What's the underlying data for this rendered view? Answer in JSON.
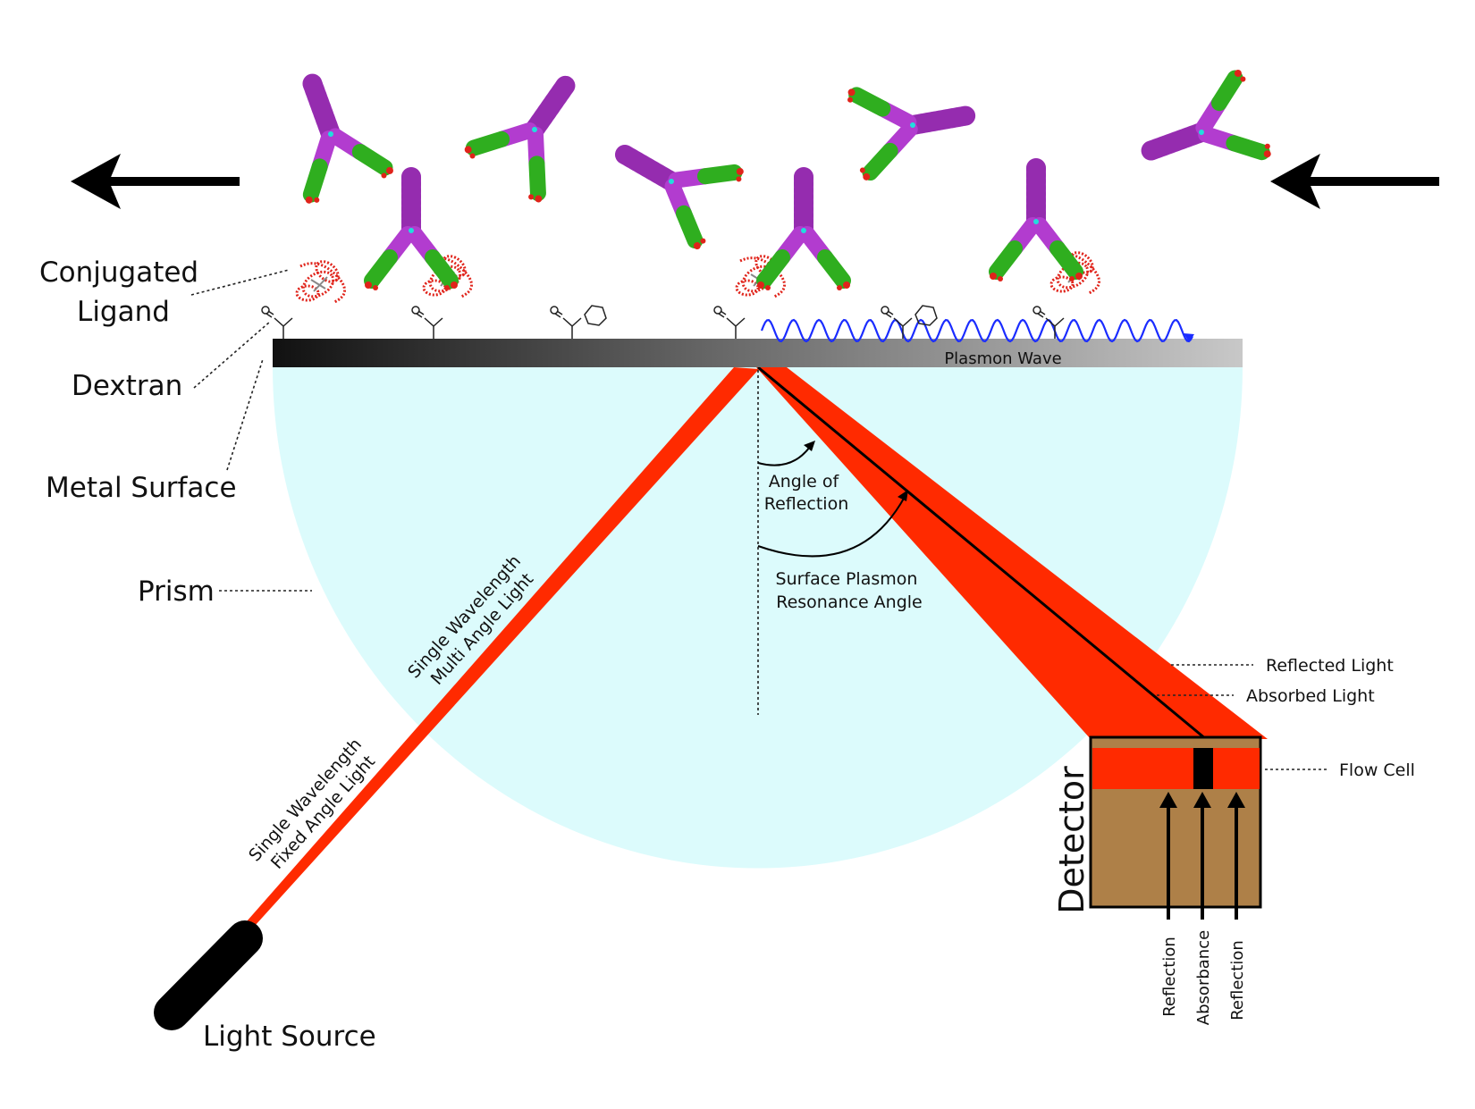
{
  "labels": {
    "conjugated_ligand": [
      "Conjugated",
      "Ligand"
    ],
    "dextran": "Dextran",
    "metal_surface": "Metal Surface",
    "prism": "Prism",
    "light_source": "Light Source",
    "plasmon_wave": "Plasmon Wave",
    "angle_of_reflection": [
      "Angle of",
      "Reflection"
    ],
    "spr_angle": [
      "Surface Plasmon",
      "Resonance Angle"
    ],
    "multi_angle_light": [
      "Single Wavelength",
      "Multi Angle Light"
    ],
    "fixed_angle_light": [
      "Single Wavelength",
      "Fixed Angle Light"
    ],
    "reflected_light": "Reflected Light",
    "absorbed_light": "Absorbed Light",
    "flow_cell": "Flow Cell",
    "detector": "Detector",
    "detector_signals": [
      "Reflection",
      "Absorbance",
      "Reflection"
    ]
  },
  "colors": {
    "beam": "#ff2a00",
    "prism": "#dcfbfc",
    "detector": "#ae8048",
    "plasmon_wave": "#1a2cff",
    "antibody_heavy": "#b23ccf",
    "antibody_light": "#2fae1f",
    "antibody_tip": "#e0231a"
  },
  "icons": {
    "flow_left_arrows": [
      "arrow-left-icon",
      "arrow-left-icon"
    ]
  }
}
